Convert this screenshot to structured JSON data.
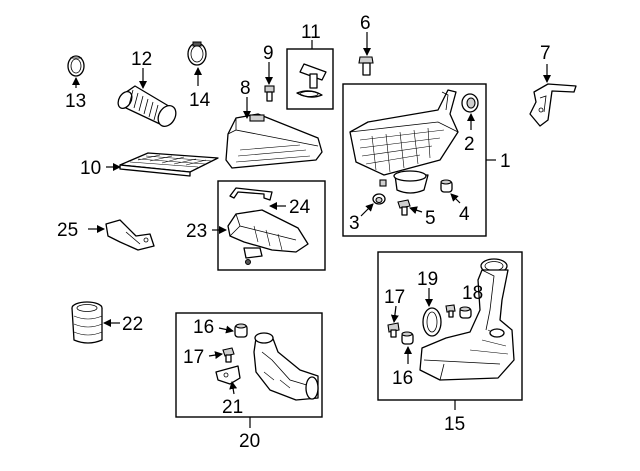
{
  "callouts": {
    "c1": "1",
    "c2": "2",
    "c3": "3",
    "c4": "4",
    "c5": "5",
    "c6": "6",
    "c7": "7",
    "c8": "8",
    "c9": "9",
    "c10": "10",
    "c11": "11",
    "c12": "12",
    "c13": "13",
    "c14": "14",
    "c15": "15",
    "c16a": "16",
    "c16b": "16",
    "c17a": "17",
    "c17b": "17",
    "c18": "18",
    "c19": "19",
    "c20": "20",
    "c21": "21",
    "c22": "22",
    "c23": "23",
    "c24": "24",
    "c25": "25"
  }
}
